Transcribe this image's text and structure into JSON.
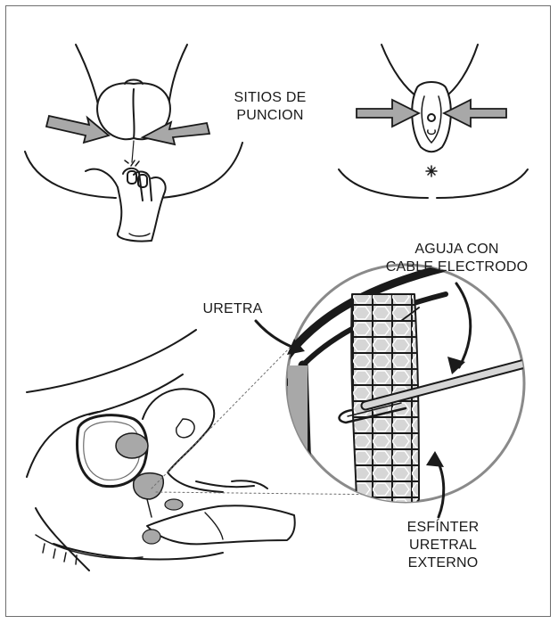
{
  "figure": {
    "labels": {
      "puncture_sites": "SITIOS DE\nPUNCION",
      "needle": "AGUJA CON\nCABLE ELECTRODO",
      "urethra": "URETRA",
      "sphincter": "ESFÍNTER\nURETRAL\nEXTERNO"
    },
    "colors": {
      "line": "#1a1a1a",
      "gray_fill": "#a8a8a8",
      "light_gray": "#d6d6d6",
      "border": "#6e6e6e"
    }
  }
}
